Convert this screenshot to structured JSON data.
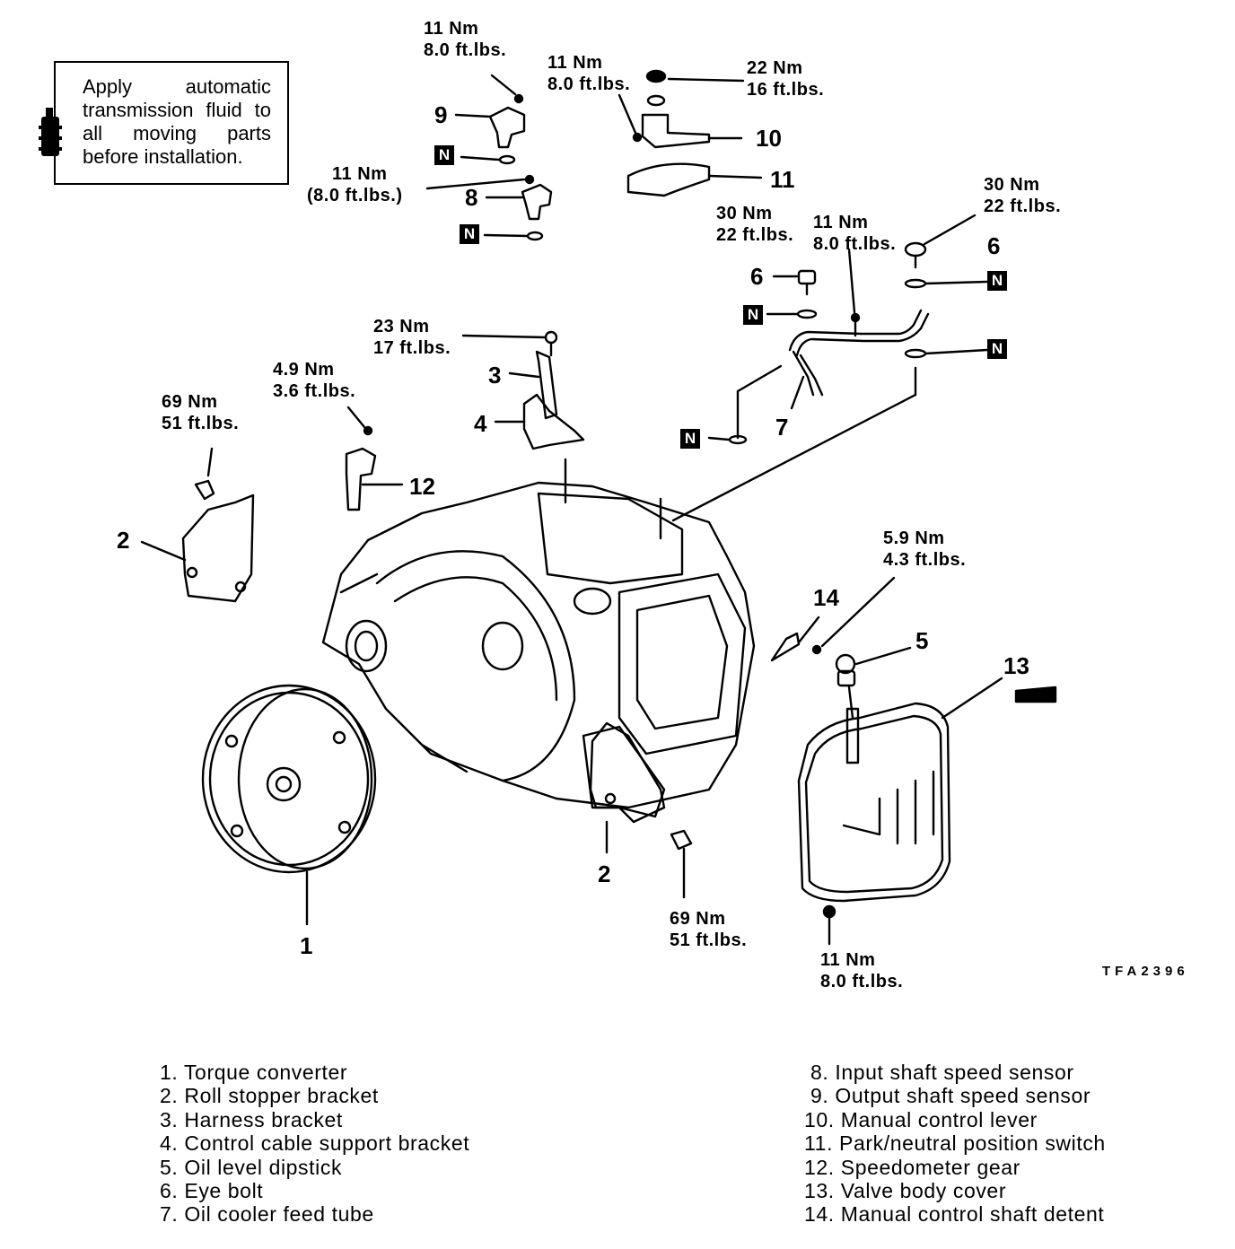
{
  "note": {
    "text": "Apply automatic transmission fluid to all moving parts before installation."
  },
  "callouts": {
    "c9_nm": "11 Nm",
    "c9_ft": "8.0 ft.lbs.",
    "c10_nm": "11 Nm",
    "c10_ft": "8.0 ft.lbs.",
    "c10w_nm": "22 Nm",
    "c10w_ft": "16 ft.lbs.",
    "c8_nm": "11 Nm",
    "c8_ft": "(8.0 ft.lbs.)",
    "c6a_nm": "30 Nm",
    "c6a_ft": "22 ft.lbs.",
    "c6b_nm": "30 Nm",
    "c6b_ft": "22 ft.lbs.",
    "c7_nm": "11 Nm",
    "c7_ft": "8.0 ft.lbs.",
    "c3_nm": "23 Nm",
    "c3_ft": "17 ft.lbs.",
    "c12_nm": "4.9 Nm",
    "c12_ft": "3.6 ft.lbs.",
    "c2a_nm": "69 Nm",
    "c2a_ft": "51 ft.lbs.",
    "c14_nm": "5.9 Nm",
    "c14_ft": "4.3 ft.lbs.",
    "c2b_nm": "69 Nm",
    "c2b_ft": "51 ft.lbs.",
    "c13_nm": "11 Nm",
    "c13_ft": "8.0 ft.lbs."
  },
  "part_numbers": {
    "p1": "1",
    "p2a": "2",
    "p2b": "2",
    "p3": "3",
    "p4": "4",
    "p5": "5",
    "p6a": "6",
    "p6b": "6",
    "p7": "7",
    "p8": "8",
    "p9": "9",
    "p10": "10",
    "p11": "11",
    "p12": "12",
    "p13": "13",
    "p14": "14"
  },
  "n_marker": "N",
  "figure_code": "TFA2396",
  "legend": {
    "left": [
      "1. Torque converter",
      "2. Roll stopper bracket",
      "3. Harness bracket",
      "4. Control cable support bracket",
      "5. Oil level dipstick",
      "6. Eye bolt",
      "7. Oil cooler feed tube"
    ],
    "right": [
      " 8. Input shaft speed sensor",
      " 9. Output shaft speed sensor",
      "10. Manual control lever",
      "11. Park/neutral position switch",
      "12. Speedometer gear",
      "13. Valve body cover",
      "14. Manual control shaft detent"
    ]
  }
}
